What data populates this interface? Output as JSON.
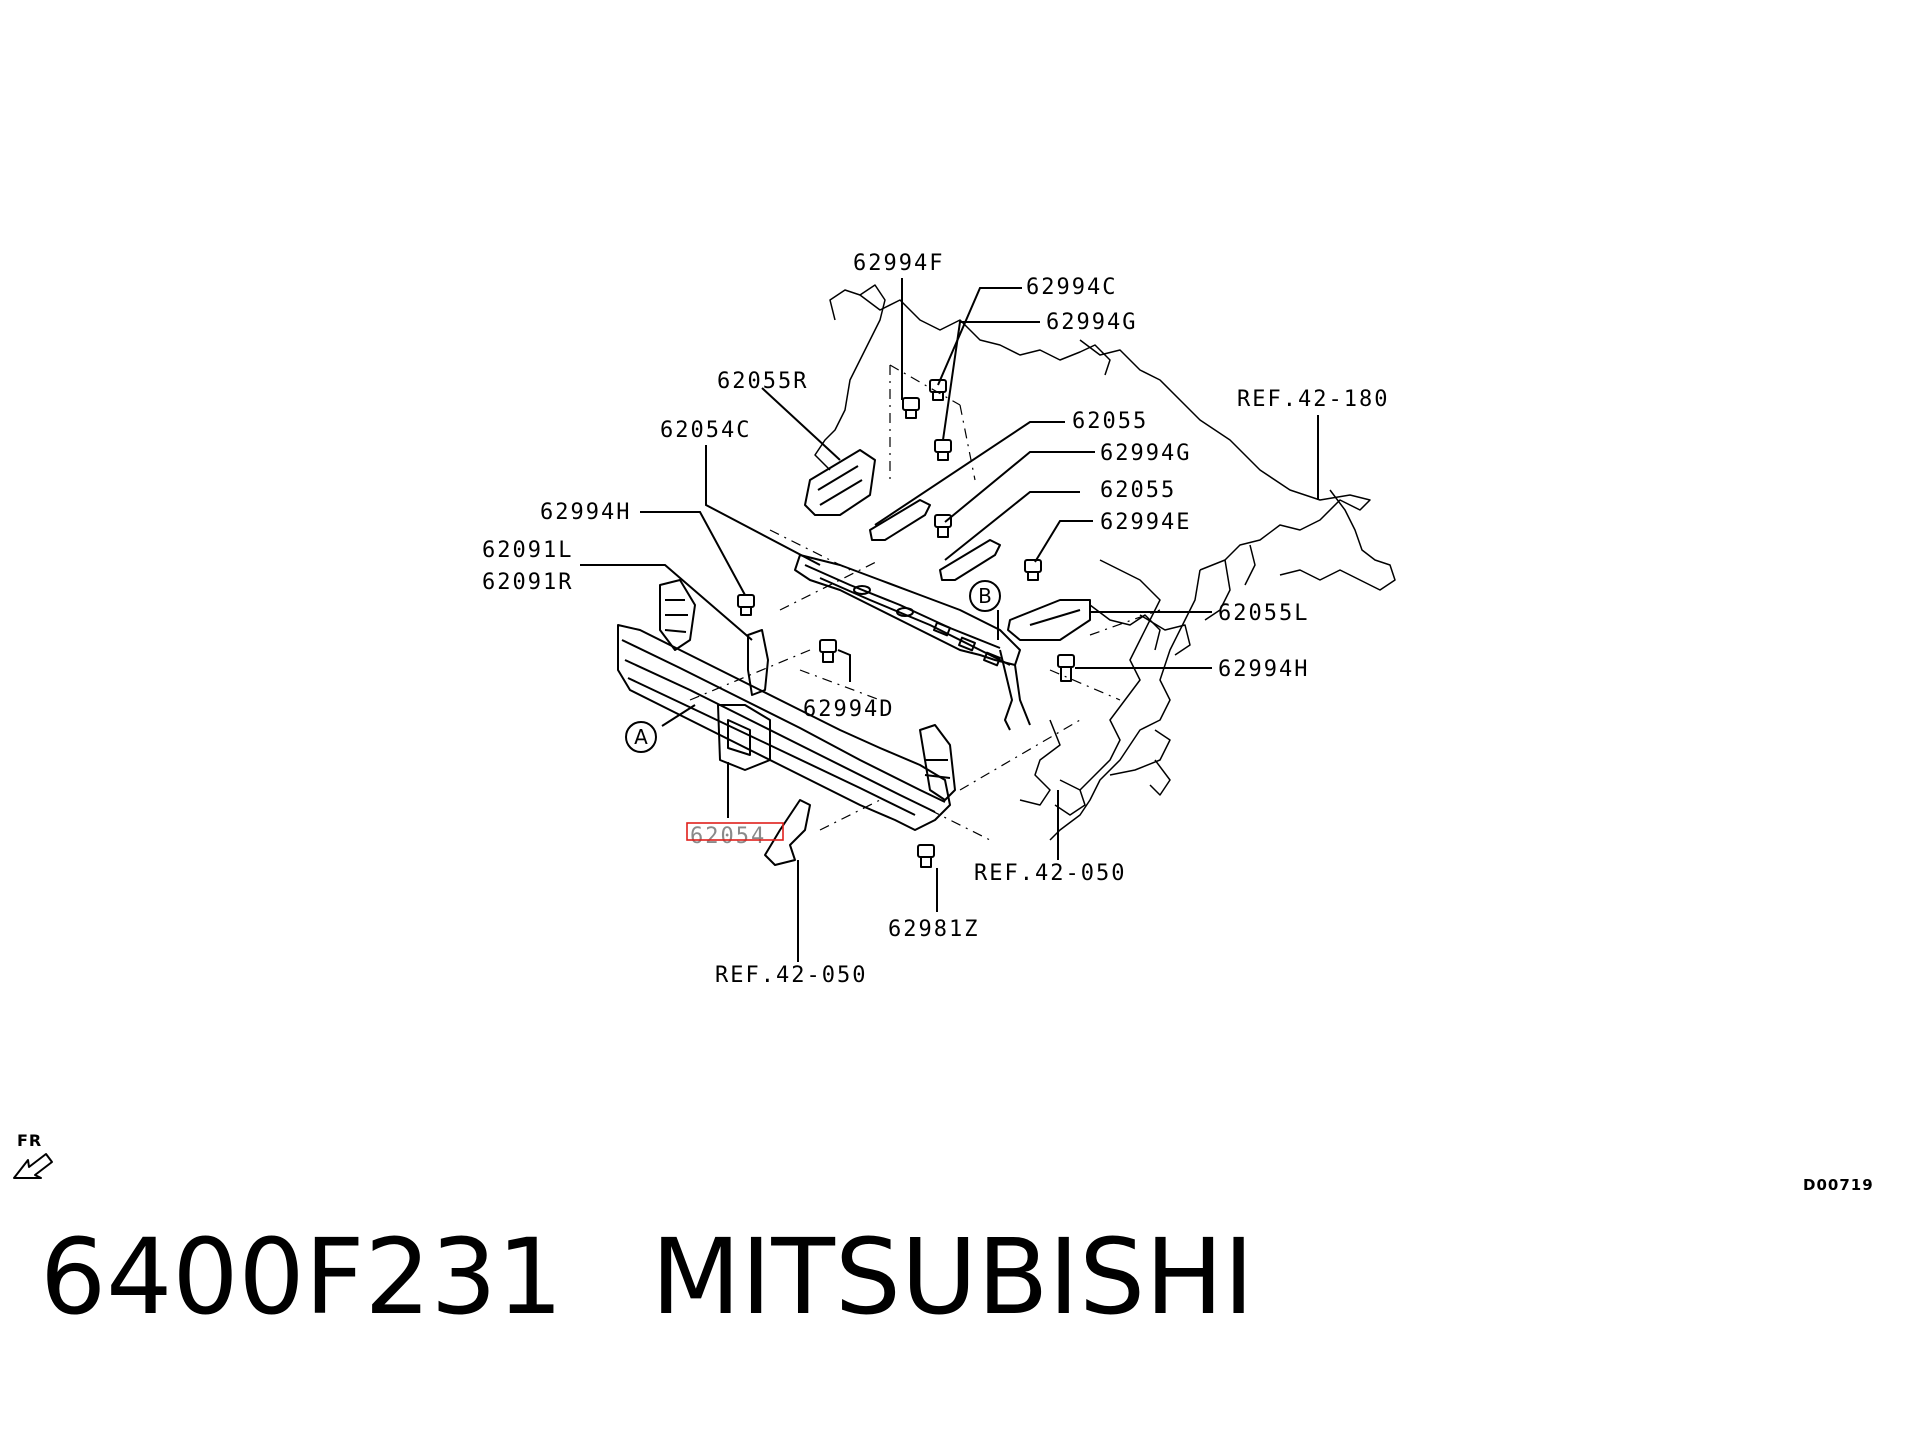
{
  "labels": {
    "l_62994F": "62994F",
    "l_62994C": "62994C",
    "l_62994G_top": "62994G",
    "l_62055R": "62055R",
    "l_62055_a": "62055",
    "l_62054C": "62054C",
    "l_62994G_mid": "62994G",
    "l_62055_b": "62055",
    "l_62994H_left": "62994H",
    "l_62994E": "62994E",
    "l_62091L": "62091L",
    "l_62091R": "62091R",
    "l_62055L": "62055L",
    "l_62994H_right": "62994H",
    "l_62994D": "62994D",
    "l_REF42180": "REF.42-180",
    "l_62054": "62054",
    "l_REF42050_right": "REF.42-050",
    "l_62981Z": "62981Z",
    "l_REF42050_bottom": "REF.42-050",
    "circle_A": "A",
    "circle_B": "B",
    "fr_text": "FR",
    "diagram_code": "D00719"
  },
  "caption": {
    "part_number": "6400F231",
    "brand": "MITSUBISHI"
  },
  "colors": {
    "highlight": "#e0201c",
    "ink": "#000000"
  }
}
